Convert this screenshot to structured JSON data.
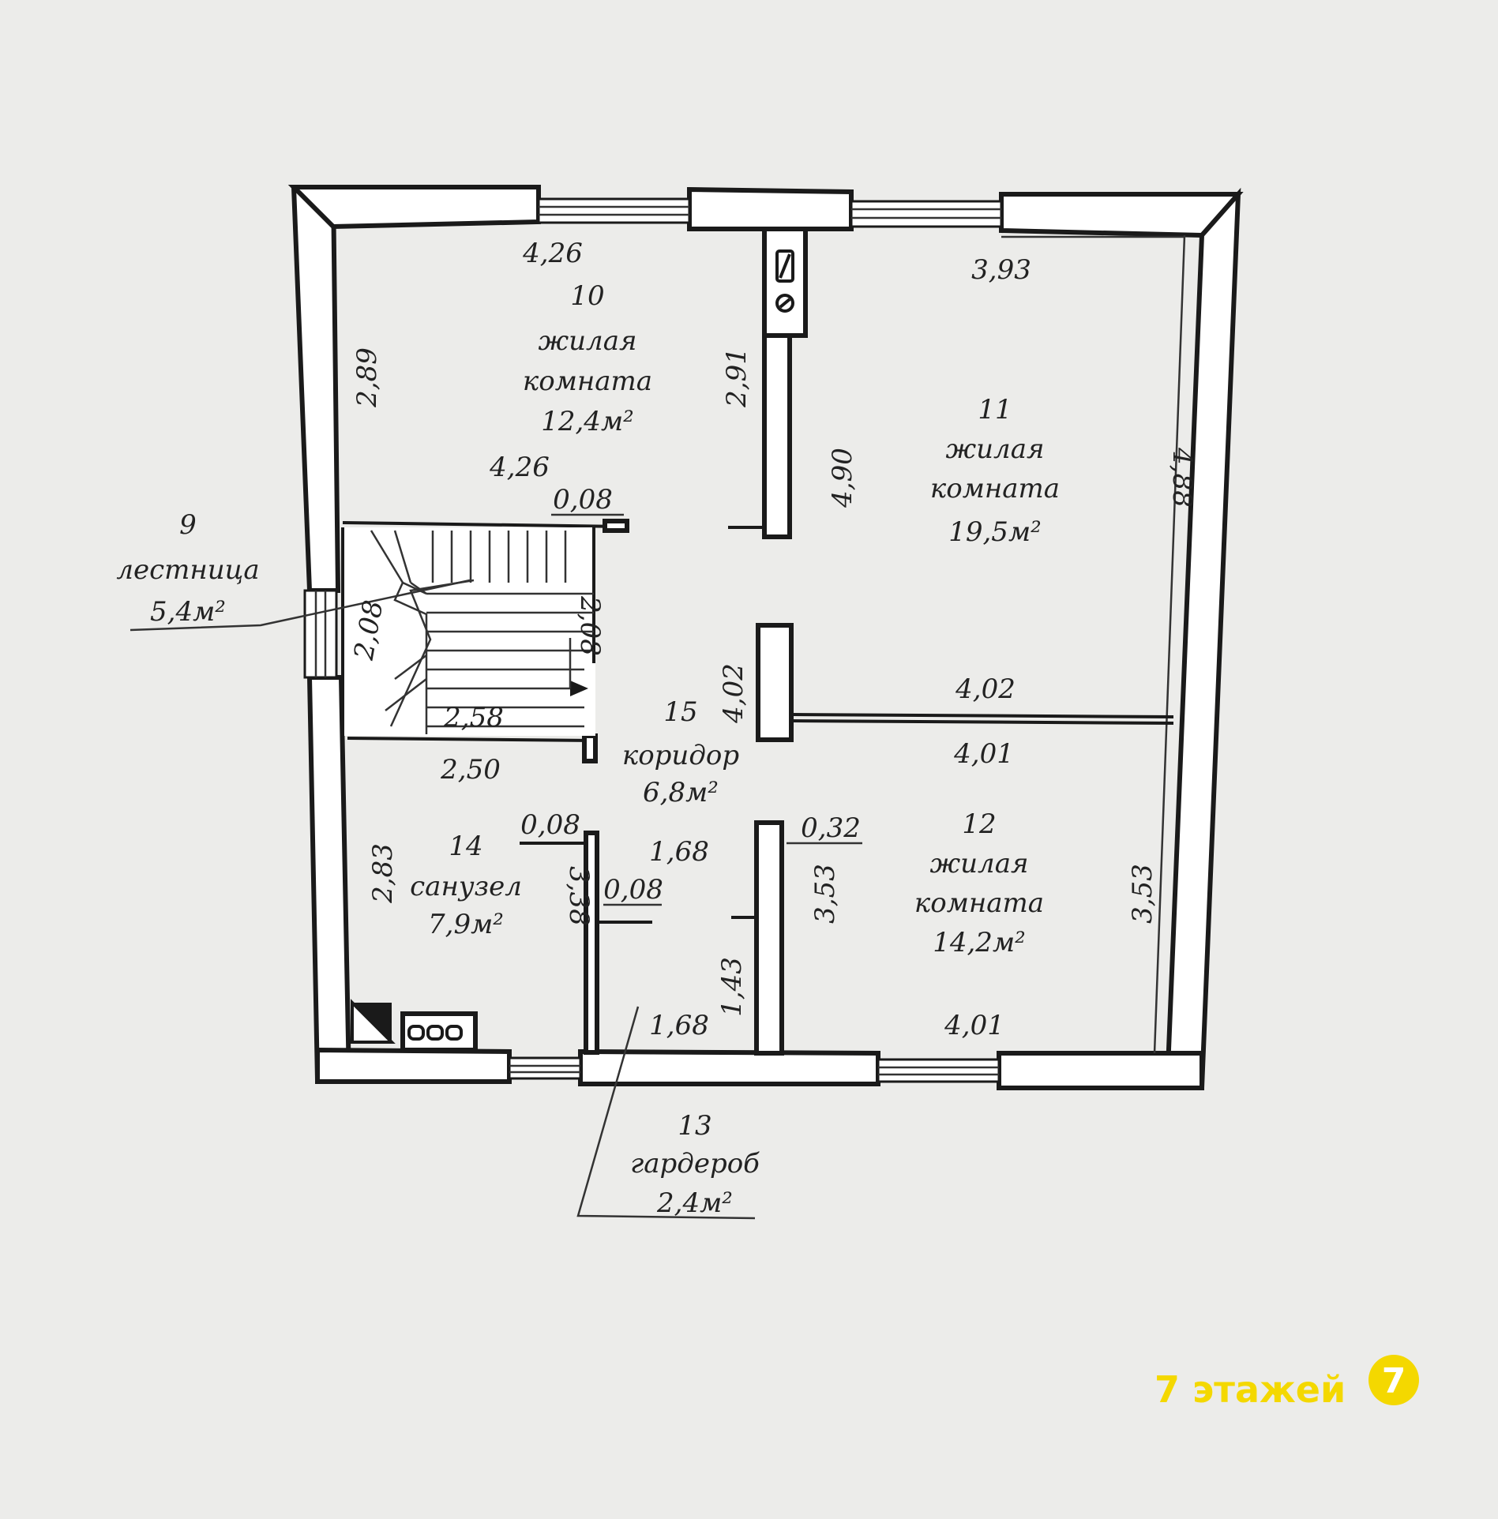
{
  "rooms": {
    "r9": {
      "number": "9",
      "name": "лестница",
      "area": "5,4м²"
    },
    "r10": {
      "number": "10",
      "name_l1": "жилая",
      "name_l2": "комната",
      "area": "12,4м²"
    },
    "r11": {
      "number": "11",
      "name_l1": "жилая",
      "name_l2": "комната",
      "area": "19,5м²"
    },
    "r12": {
      "number": "12",
      "name_l1": "жилая",
      "name_l2": "комната",
      "area": "14,2м²"
    },
    "r13": {
      "number": "13",
      "name": "гардероб",
      "area": "2,4м²"
    },
    "r14": {
      "number": "14",
      "name": "санузел",
      "area": "7,9м²"
    },
    "r15": {
      "number": "15",
      "name": "коридор",
      "area": "6,8м²"
    }
  },
  "dimensions": {
    "r10_top": "4,26",
    "r10_bottom": "4,26",
    "r10_left": "2,89",
    "r10_right": "2,91",
    "corr_nib_top": "0,08",
    "r11_top": "3,93",
    "r11_left": "4,90",
    "r11_right": "4,88",
    "r11_bottom": "4,02",
    "stair_left": "2,08",
    "stair_right": "2,08",
    "stair_width": "2,58",
    "corr_height": "4,02",
    "r14_top": "2,50",
    "r14_left": "2,83",
    "r14_right": "3,38",
    "r14_nib": "0,08",
    "wardrobe_nib": "0,08",
    "wardrobe_top": "1,68",
    "wardrobe_bottom": "1,68",
    "wardrobe_right": "1,43",
    "r12_top": "4,01",
    "r12_bottom": "4,01",
    "r12_left": "3,53",
    "r12_right": "3,53",
    "r12_nib": "0,32"
  },
  "watermark": {
    "text": "7 этажей",
    "badge": "7",
    "color": "#f4d800"
  }
}
